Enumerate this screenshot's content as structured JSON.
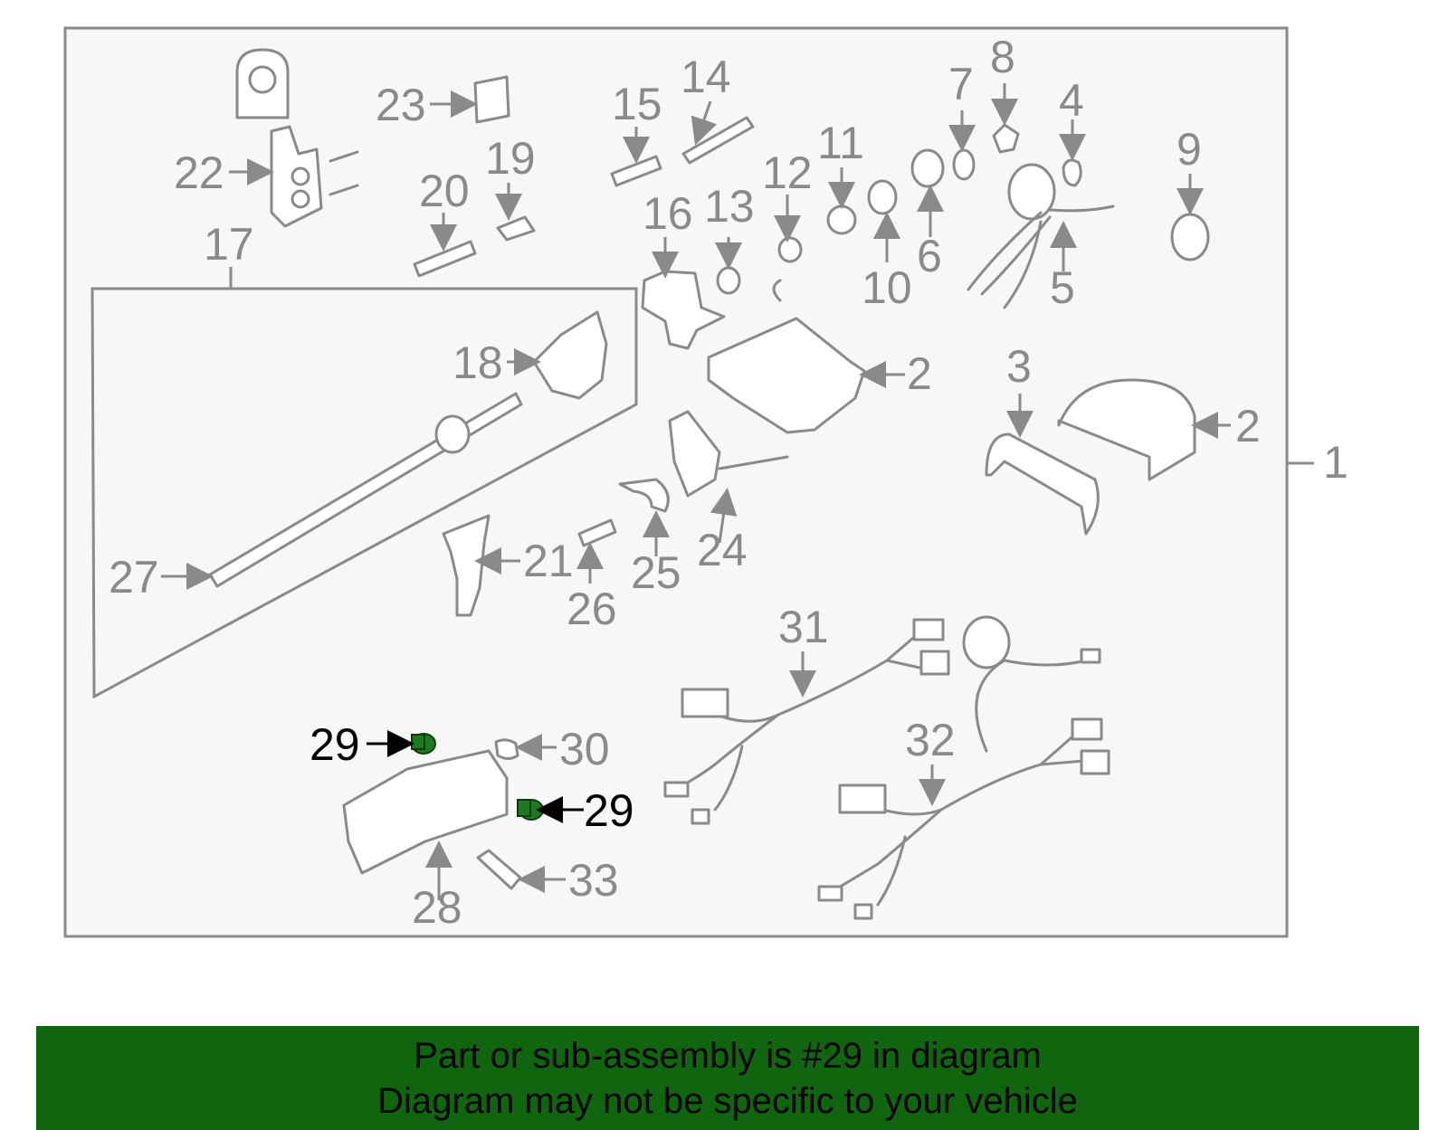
{
  "diagram": {
    "labels": {
      "l1": "1",
      "l2a": "2",
      "l2b": "2",
      "l3": "3",
      "l4": "4",
      "l5": "5",
      "l6": "6",
      "l7": "7",
      "l8": "8",
      "l9": "9",
      "l10": "10",
      "l11": "11",
      "l12": "12",
      "l13": "13",
      "l14": "14",
      "l15": "15",
      "l16": "16",
      "l17": "17",
      "l18": "18",
      "l19": "19",
      "l20": "20",
      "l21": "21",
      "l22": "22",
      "l23": "23",
      "l24": "24",
      "l25": "25",
      "l26": "26",
      "l27": "27",
      "l28": "28",
      "l29a": "29",
      "l29b": "29",
      "l30": "30",
      "l31": "31",
      "l32": "32",
      "l33": "33"
    },
    "highlight_part": "29",
    "colors": {
      "outline": "#8a8a8a",
      "highlight": "#1e7a1e",
      "banner": "#0f660f",
      "panel": "#f7f7f7"
    }
  },
  "banner": {
    "line1": "Part or sub-assembly is #29 in diagram",
    "line2": "Diagram may not be specific to your vehicle"
  }
}
